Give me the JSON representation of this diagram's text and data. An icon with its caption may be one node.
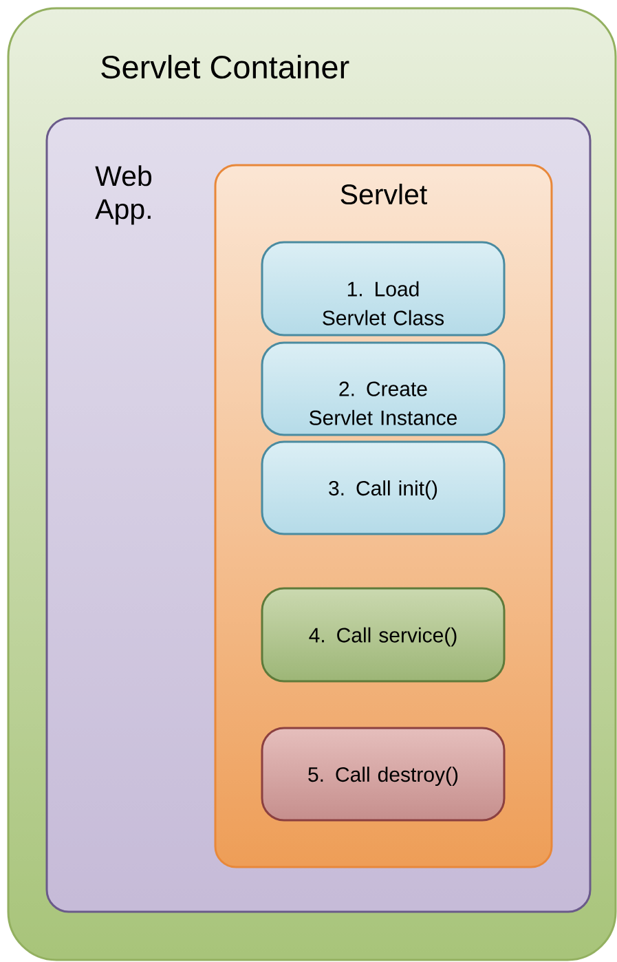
{
  "diagram": {
    "nodes": [
      {
        "text": [
          "Servlet Container"
        ]
      },
      {
        "text": [
          "Web App."
        ],
        "in": 0
      },
      {
        "text": [
          "Servlet"
        ],
        "in": 1
      },
      {
        "text": [
          "1. Load Servlet Class"
        ],
        "in": 2
      },
      {
        "text": [
          "2. Create Servlet Instance"
        ],
        "in": 2
      },
      {
        "text": [
          "3. Call init()"
        ],
        "in": 2
      },
      {
        "text": [
          "4. Call service()"
        ],
        "in": 2
      },
      {
        "text": [
          "5. Call destroy()"
        ],
        "in": 2
      }
    ]
  }
}
